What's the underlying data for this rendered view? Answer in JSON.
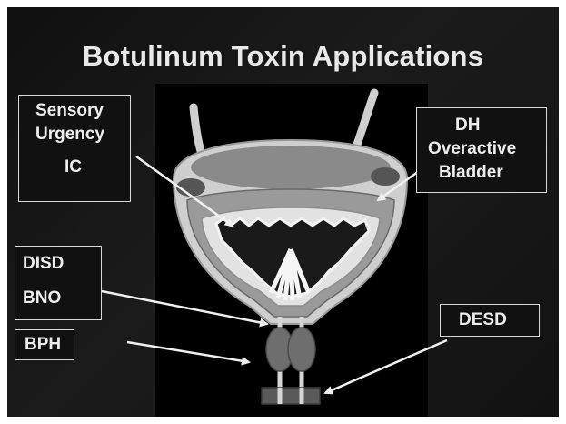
{
  "title": "Botulinum Toxin Applications",
  "labels": {
    "left_top": {
      "line1": "Sensory",
      "line2": "Urgency",
      "line3": "IC"
    },
    "right_top": {
      "line1": "DH",
      "line2": "Overactive",
      "line3": "Bladder"
    },
    "left_mid": {
      "line1": "DISD",
      "line2": "BNO"
    },
    "left_bottom": {
      "line1": "BPH"
    },
    "right_bottom": {
      "line1": "DESD"
    }
  },
  "colors": {
    "background": "#141414",
    "text": "#ededed",
    "bladder_outer": "#c9c9c9",
    "bladder_inner": "#7a7a7a",
    "prostate": "#6a6a6a"
  }
}
